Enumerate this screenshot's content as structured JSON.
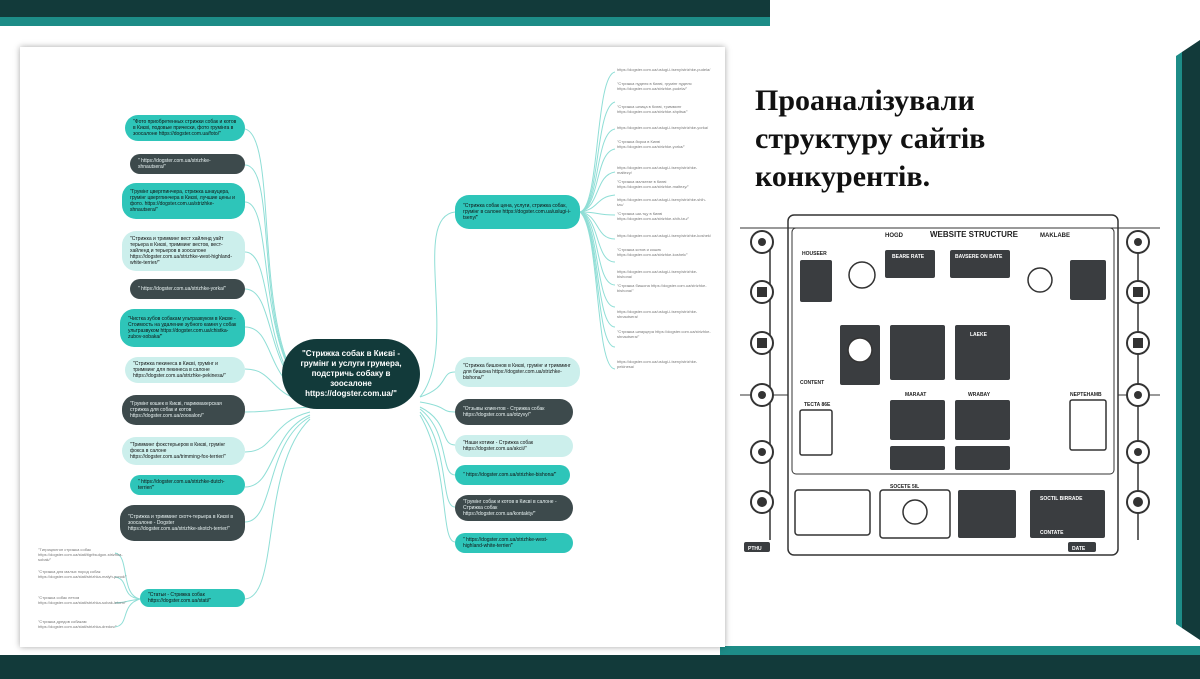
{
  "slide": {
    "title": "Проаналізували структуру сайтів конкурентів.",
    "accent_dark": "#123a3a",
    "accent_teal": "#1d8c87"
  },
  "mindmap": {
    "center": "\"Стрижка собак в Києві - грумінг и услуги грумера, подстричь собаку в зоосалоне https://dogster.com.ua/\"",
    "left_nodes": [
      {
        "text": "\"Фото приобретенных стрижки собак и котов в Києві, подовые прически, фото грумінга в зоосалоне https://dogster.com.ua/foto/\"",
        "style": "teal"
      },
      {
        "text": "\" https://dogster.com.ua/strizhke-shnautsera/\"",
        "style": "dark"
      },
      {
        "text": "\"Грумінг цвергпинчера, стрижка шнауцера, грумінг цвергпинчера в Києві, лучшие цены и фото. https://dogster.com.ua/strizhke-shnautsera/\"",
        "style": "teal"
      },
      {
        "text": "\"Стрижка и тримминг вест хайленд уайт терьера в Києві, тримминг вестов, вест-хайленд и терьеров в зоосалоне https://dogster.com.ua/strizhke-west-highland-white-terrier/\"",
        "style": "light"
      },
      {
        "text": "\" https://dogster.com.ua/strizhke-yorka/\"",
        "style": "dark"
      },
      {
        "text": "\"Чистка зубов собакам ультразвуком в Києве - Стоимость на удаление зубного камня у собак ультразвуком https://dogster.com.ua/chistka-zubov-sobaka/\"",
        "style": "teal"
      },
      {
        "text": "\"Стрижка пекинеса в Києві, грумінг и тримминг для пекинеса в салоне https://dogster.com.ua/strizhke-pekinesa/\"",
        "style": "light"
      },
      {
        "text": "\"Грумінг кошек в Києві, парикмахерская стрижка для собак и котов https://dogster.com.ua/zoosalon/\"",
        "style": "dark"
      },
      {
        "text": "\"Тримминг фокстерьеров в Києві, грумінг фокса в салоне https://dogster.com.ua/trimming-fox-terrier/\"",
        "style": "light"
      },
      {
        "text": "\" https://dogster.com.ua/strizhke-dutch-terrier/\"",
        "style": "teal"
      },
      {
        "text": "\"Стрижка и тримминг скотч-терьера в Києві в зоосалоне - Dogster https://dogster.com.ua/strizhke-skotch-terrier/\"",
        "style": "dark"
      },
      {
        "text": "\"Статьи - Стрижка собак https://dogster.com.ua/stati/\"",
        "style": "teal"
      }
    ],
    "right_nodes": [
      {
        "text": "\"Стрижка собак цена, услуги, стрижка собак, грумінг в салоне https://dogster.com.ua/uslugi-i-tseny/\"",
        "style": "teal"
      },
      {
        "text": "\"Стрижка бишонов в Києві, грумінг и тримминг для бишона https://dogster.com.ua/strizhke-bishona/\"",
        "style": "light"
      },
      {
        "text": "\"Отзывы клиентов - Стрижка собак https://dogster.com.ua/otzyvy/\"",
        "style": "dark"
      },
      {
        "text": "\"Наши котики - Стрижка собак https://dogster.com.ua/akcii/\"",
        "style": "light"
      },
      {
        "text": "\" https://dogster.com.ua/strizhke-bishona/\"",
        "style": "teal"
      },
      {
        "text": "\"Грумінг собак и котов в Києві в салоне - Стрижка собак https://dogster.com.ua/kontakty/\"",
        "style": "dark"
      },
      {
        "text": "\" https://dogster.com.ua/strizhke-west-highland-white-terrier/\"",
        "style": "teal"
      }
    ],
    "right_leaves": [
      "https://dogster.com.ua/uslugi-i-tseny/strizhke-pudela/",
      "\"Стрижка пуделя в Києві, грумінг пуделя https://dogster.com.ua/strizhke-pudela/\"",
      "\"Стрижка шпица в Києві, тримминг https://dogster.com.ua/strizhke-shpitsa/\"",
      "https://dogster.com.ua/uslugi-i-tseny/strizhke-yorka/",
      "\"Стрижка йорка в Києві https://dogster.com.ua/strizhke-yorka/\"",
      "https://dogster.com.ua/uslugi-i-tseny/strizhke-maltezy/",
      "\"Стрижка мальтезе в Києві https://dogster.com.ua/strizhke-maltezy/\"",
      "https://dogster.com.ua/uslugi-i-tseny/strizhke-shih-tzu/",
      "\"Стрижка ши-тцу в Києві https://dogster.com.ua/strizhke-shih-tzu/\"",
      "https://dogster.com.ua/uslugi-i-tseny/strizhke-koshek/",
      "\"Стрижка котов и кошек https://dogster.com.ua/strizhke-koshek/\"",
      "https://dogster.com.ua/uslugi-i-tseny/strizhke-bishona/",
      "\"Стрижка бишона https://dogster.com.ua/strizhke-bishona/\"",
      "https://dogster.com.ua/uslugi-i-tseny/strizhke-shnautsera/",
      "\"Стрижка шнауцера https://dogster.com.ua/strizhke-shnautsera/\"",
      "https://dogster.com.ua/uslugi-i-tseny/strizhke-pekinesa/"
    ],
    "left_leaves": [
      "\"Тигрицюлгон стрижка собак https://dogster.com.ua/stati/tigritsulgon-strizhka-sobak/\"",
      "\"Стрижка для малых пород собак https://dogster.com.ua/stati/strizhka-malyh-porod/\"",
      "\"Стрижка собак летом https://dogster.com.ua/stati/strizhka-sobak-letom/\"",
      "\"Стрижка дредов собакам https://dogster.com.ua/stati/strizhka-dredov/\""
    ]
  },
  "website_structure": {
    "title": "WEBSITE STRUCTURE",
    "labels": [
      "HOGD",
      "MAKLABE",
      "HOUSEER",
      "BEARE RATE",
      "BAVSERE ON BATE",
      "CONTENT",
      "LAEKE",
      "MARAAT",
      "WRABAY",
      "TECTA 86E",
      "NEPTEHAMB",
      "SOCETE 5IL",
      "CONTATE",
      "SOCTIL BIRRADE",
      "PTHU",
      "DATE"
    ]
  }
}
